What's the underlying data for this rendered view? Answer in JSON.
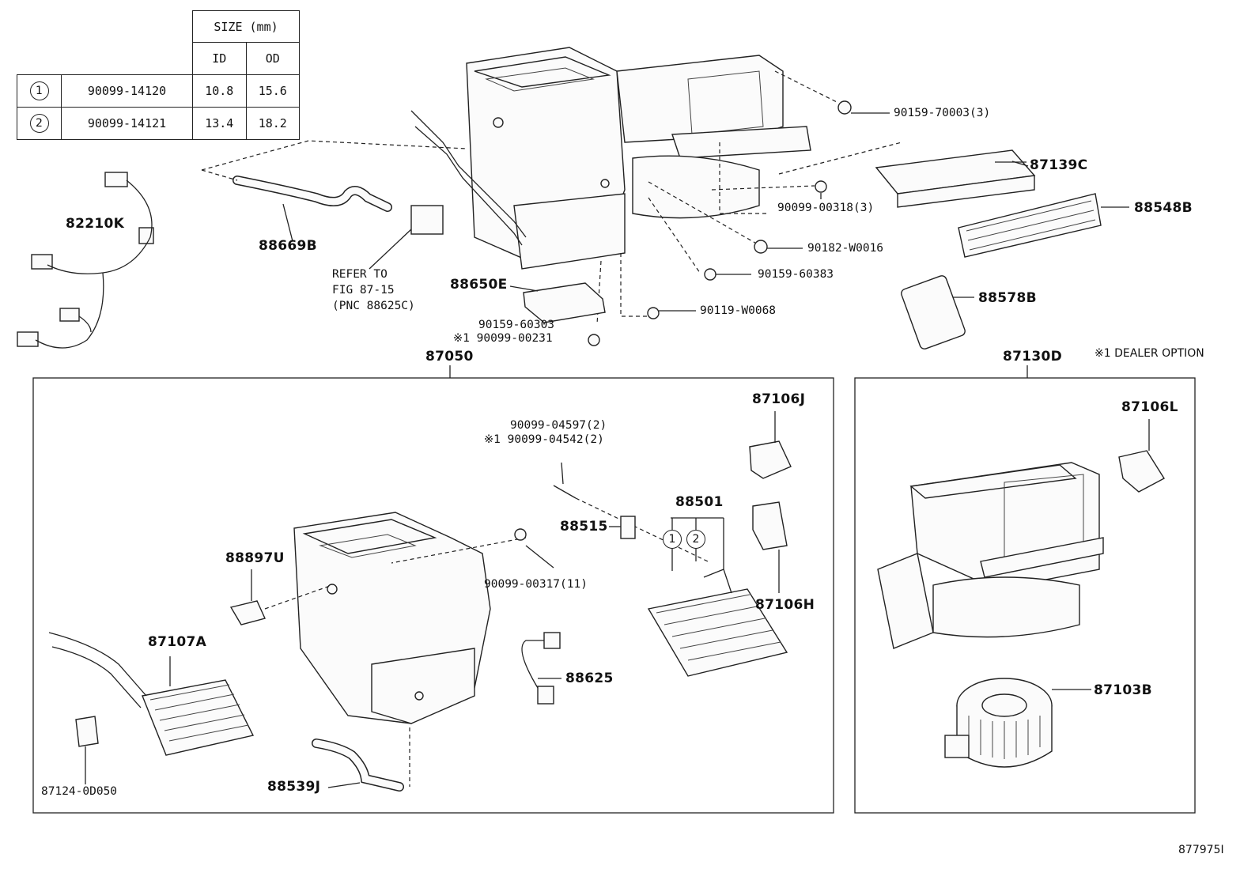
{
  "size_table": {
    "header": "SIZE (mm)",
    "col_id": "ID",
    "col_od": "OD",
    "rows": [
      {
        "mark": "1",
        "part": "90099-14120",
        "id": "10.8",
        "od": "15.6"
      },
      {
        "mark": "2",
        "part": "90099-14121",
        "id": "13.4",
        "od": "18.2"
      }
    ]
  },
  "labels": {
    "p82210K": "82210K",
    "p88669B": "88669B",
    "refer1": "REFER TO",
    "refer2": "FIG 87-15",
    "refer3": "(PNC 88625C)",
    "p88650E": "88650E",
    "p90159_60303": "90159-60303",
    "p90099_00231": "※1 90099-00231",
    "p90159_70003": "90159-70003(3)",
    "p87139C": "87139C",
    "p88548B": "88548B",
    "p90099_00318": "90099-00318(3)",
    "p90182_W0016": "90182-W0016",
    "p90159_60383": "90159-60383",
    "p90119_W0068": "90119-W0068",
    "p88578B": "88578B",
    "p87050": "87050",
    "p87130D": "87130D",
    "dealer": "※1 DEALER OPTION",
    "p87106J": "87106J",
    "p87106L": "87106L",
    "p90099_04597": "90099-04597(2)",
    "p90099_04542": "※1 90099-04542(2)",
    "p88501": "88501",
    "p88515": "88515",
    "p90099_00317": "90099-00317(11)",
    "p88897U": "88897U",
    "p87106H": "87106H",
    "p87107A": "87107A",
    "p88625": "88625",
    "p87124": "87124-0D050",
    "p88539J": "88539J",
    "p87103B": "87103B",
    "circ1": "1",
    "circ2": "2",
    "fig": "877975I"
  }
}
